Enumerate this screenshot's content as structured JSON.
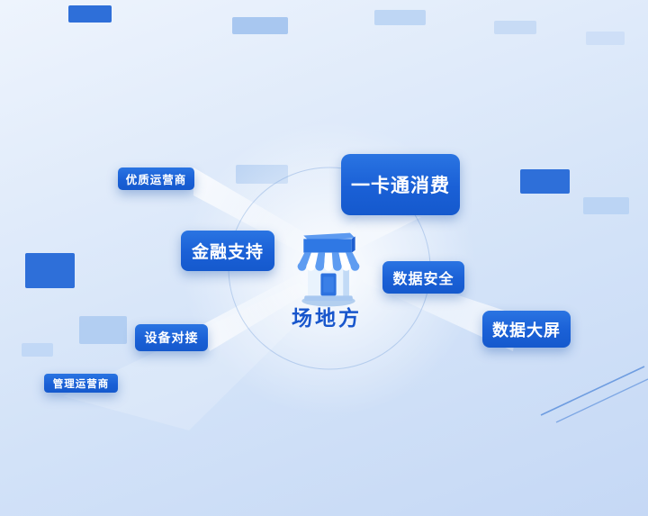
{
  "diagram": {
    "center": {
      "label": "场地方",
      "icon": "storefront-icon"
    },
    "nodes": [
      {
        "label": "优质运营商"
      },
      {
        "label": "一卡通消费"
      },
      {
        "label": "金融支持"
      },
      {
        "label": "数据安全"
      },
      {
        "label": "数据大屏"
      },
      {
        "label": "设备对接"
      },
      {
        "label": "管理运营商"
      }
    ],
    "colors": {
      "node_background": "#1a60d6",
      "node_text": "#ffffff",
      "center_text": "#1856cc",
      "background_start": "#eef4fd",
      "background_end": "#c5d8f5",
      "accent_rect": "#2e6fd9"
    }
  }
}
